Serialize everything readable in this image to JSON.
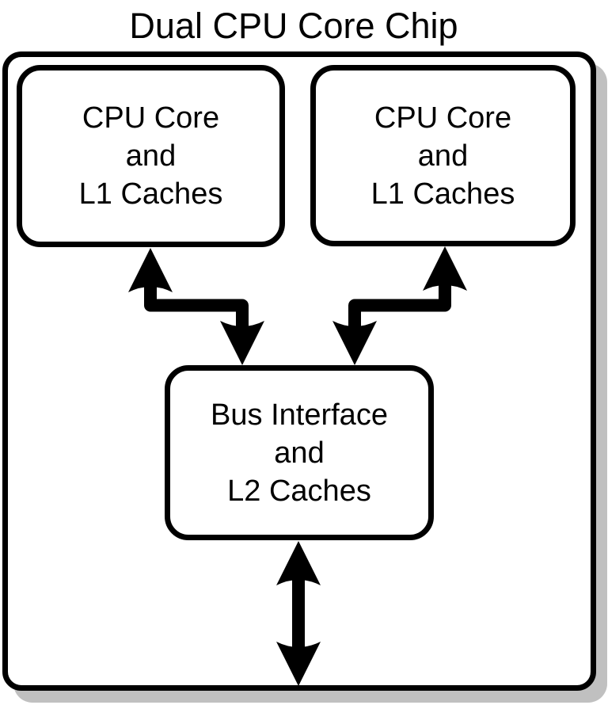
{
  "diagram": {
    "title": "Dual CPU Core Chip",
    "colors": {
      "outline": "#000000",
      "background": "#ffffff",
      "shadow": "#c0c0c0"
    },
    "nodes": {
      "cpu_left": {
        "lines": [
          "CPU Core",
          "and",
          "L1 Caches"
        ]
      },
      "cpu_right": {
        "lines": [
          "CPU Core",
          "and",
          "L1 Caches"
        ]
      },
      "bus": {
        "lines": [
          "Bus Interface",
          "and",
          "L2 Caches"
        ]
      }
    },
    "connections": [
      {
        "from": "CPU Core and L1 Caches (left)",
        "to": "Bus Interface and L2 Caches",
        "style": "bidirectional elbow arrow"
      },
      {
        "from": "CPU Core and L1 Caches (right)",
        "to": "Bus Interface and L2 Caches",
        "style": "bidirectional elbow arrow"
      },
      {
        "from": "Bus Interface and L2 Caches",
        "to": "off-chip (bottom edge)",
        "style": "bidirectional vertical arrow"
      }
    ]
  }
}
